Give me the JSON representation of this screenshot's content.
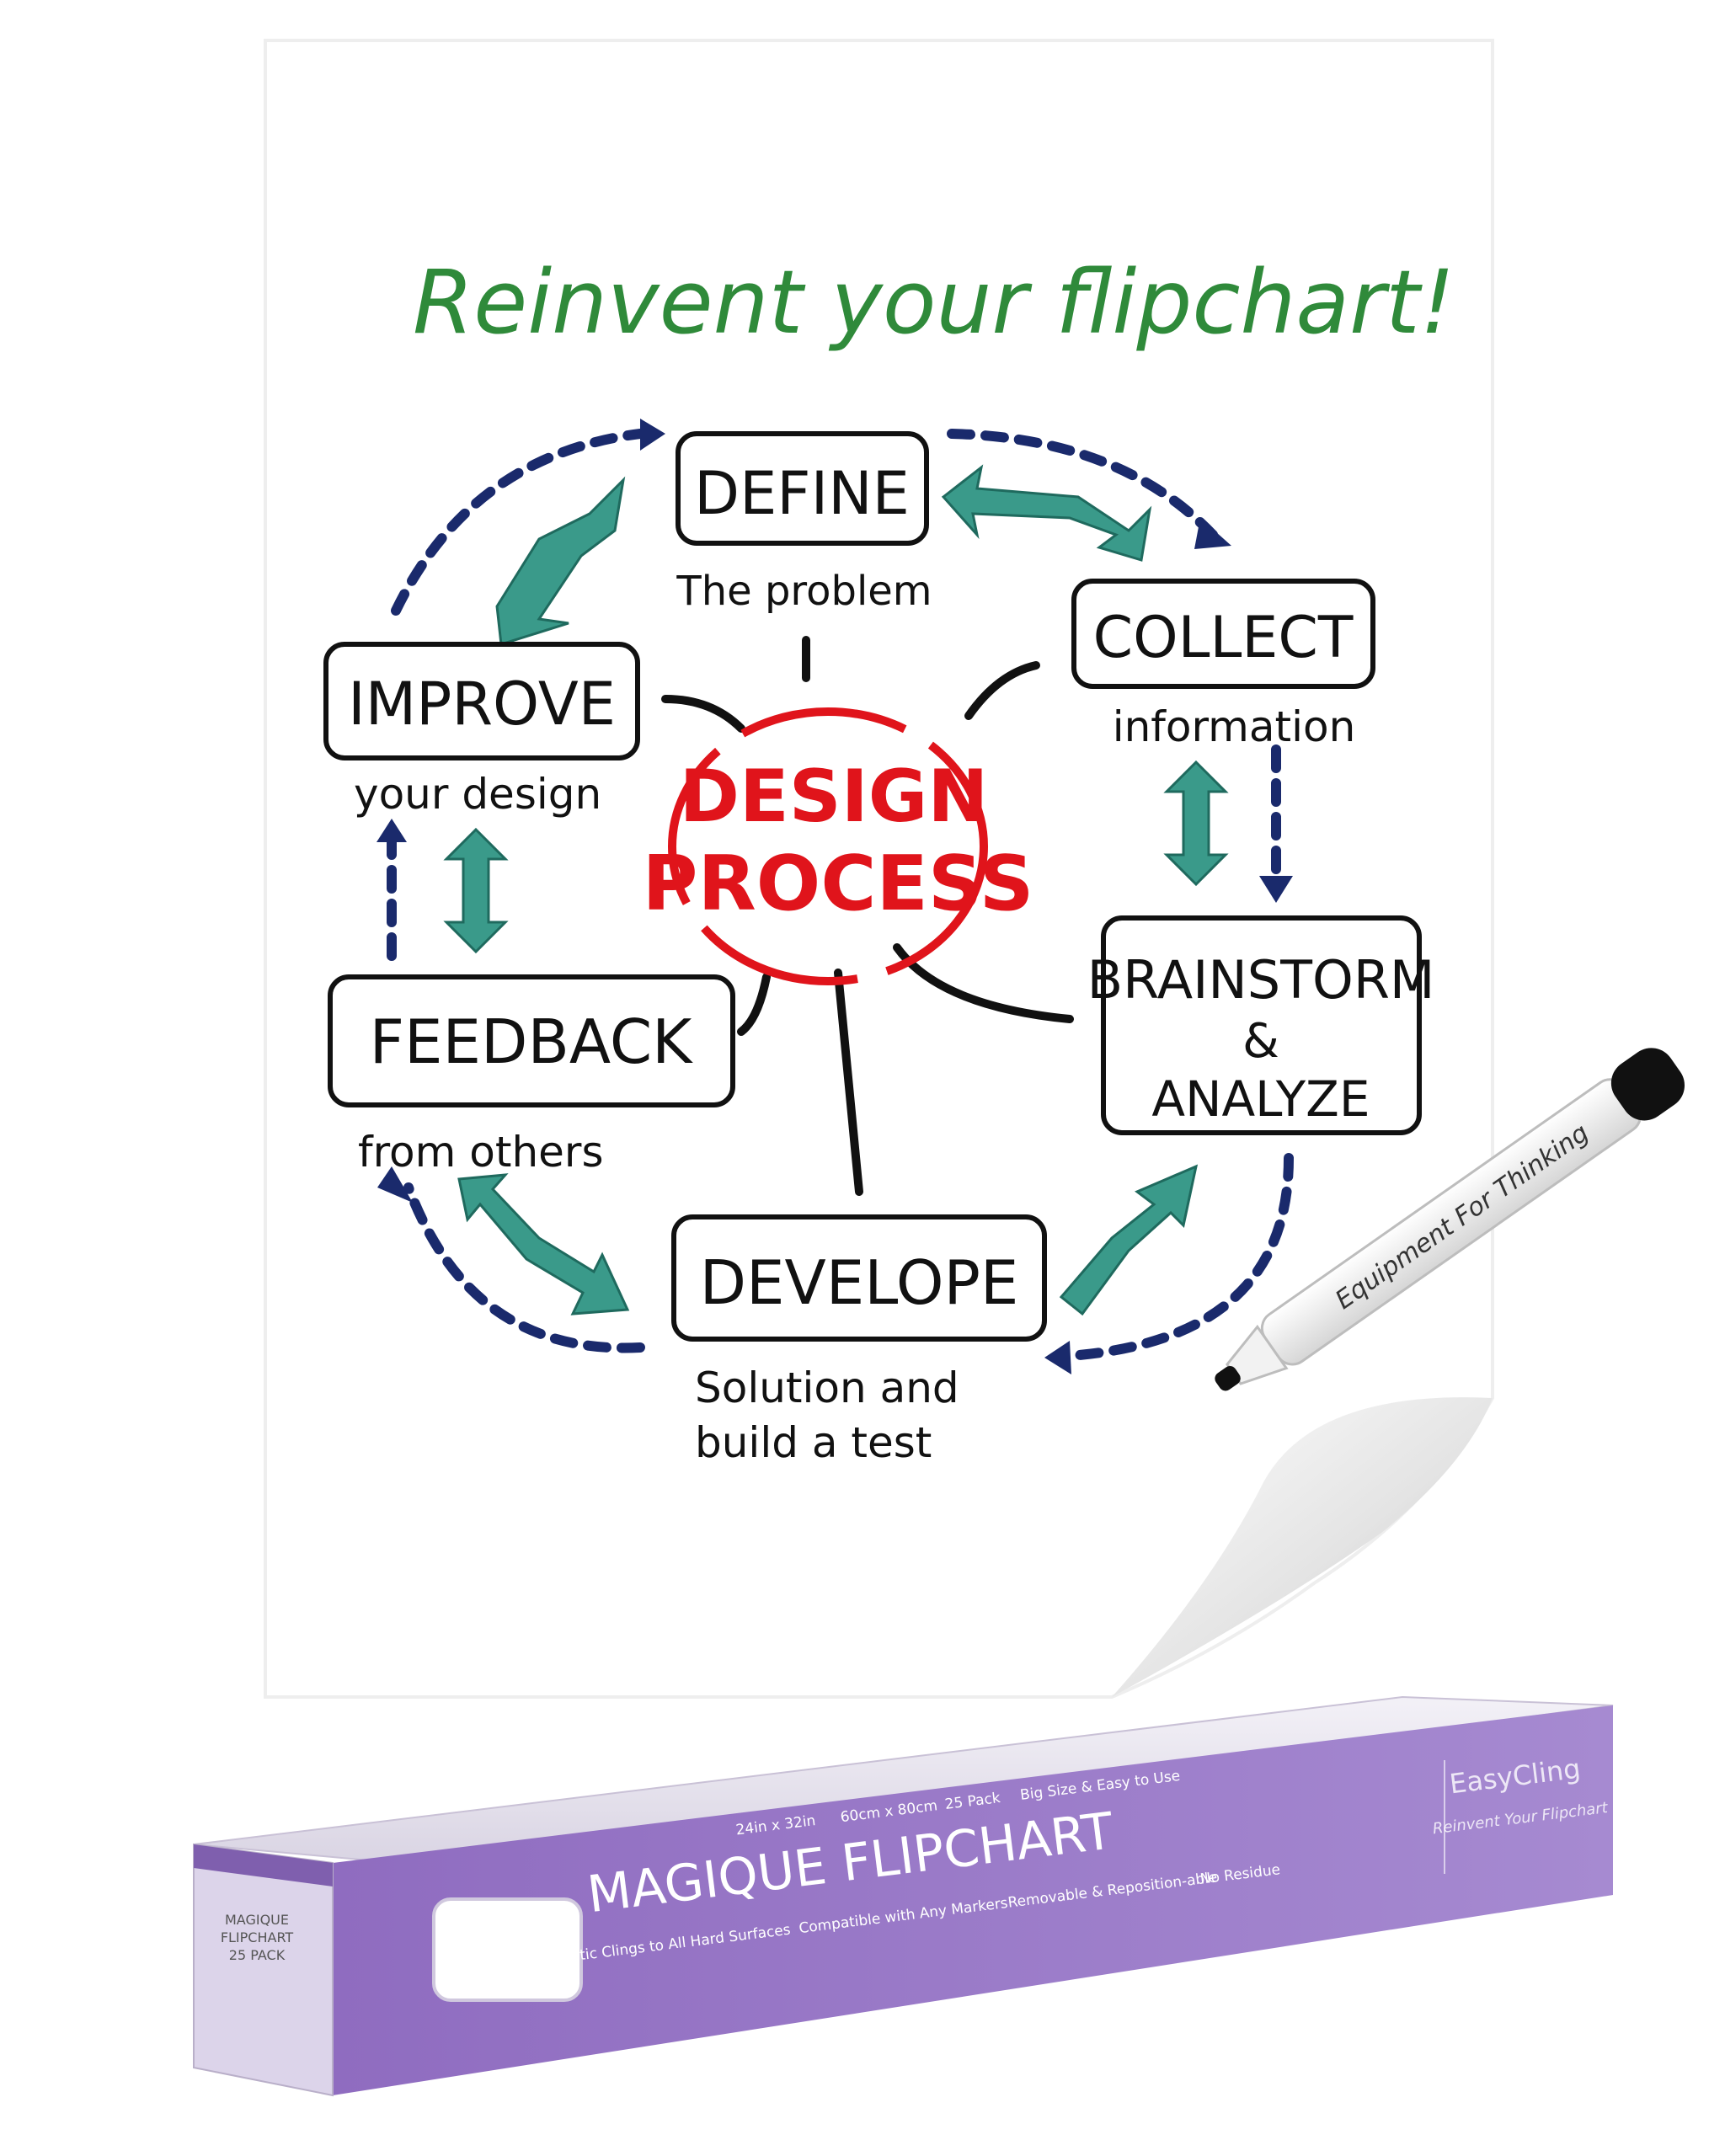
{
  "sheet": {
    "headline": "Reinvent your flipchart!",
    "center": {
      "line1": "DESIGN",
      "line2": "PROCESS"
    },
    "steps": [
      {
        "title": "DEFINE",
        "caption": "The problem",
        "caption2": ""
      },
      {
        "title": "COLLECT",
        "caption": "information",
        "caption2": ""
      },
      {
        "title": "BRAINSTORM",
        "title2": "&",
        "title3": "ANALYZE",
        "caption": "",
        "caption2": ""
      },
      {
        "title": "DEVELOPE",
        "caption": "Solution and",
        "caption2": "build a test"
      },
      {
        "title": "FEEDBACK",
        "caption": "from others",
        "caption2": ""
      },
      {
        "title": "IMPROVE",
        "caption": "your design",
        "caption2": ""
      }
    ]
  },
  "marker": {
    "label": "Equipment For Thinking"
  },
  "box": {
    "end_label": [
      "MAGIQUE",
      "FLIPCHART",
      "25 PACK"
    ],
    "specs": [
      "24in x 32in",
      "60cm x 80cm",
      "25 Pack",
      "Big Size & Easy to Use"
    ],
    "product_name": "MAGIQUE FLIPCHART",
    "features": [
      "Compatible with Any Markers",
      "Removable & Reposition-able",
      "No Residue"
    ],
    "tagline": "Static Clings to All Hard Surfaces",
    "brand": "EasyCling",
    "brand_slogan": "Reinvent Your Flipchart"
  },
  "colors": {
    "green_ink": "#2f8a3a",
    "red_ink": "#e0141b",
    "navy_ink": "#1a2a6c",
    "teal_arrow": "#3a9a8a",
    "box_purple": "#9a78c8",
    "box_lavender": "#dcd4ea"
  }
}
